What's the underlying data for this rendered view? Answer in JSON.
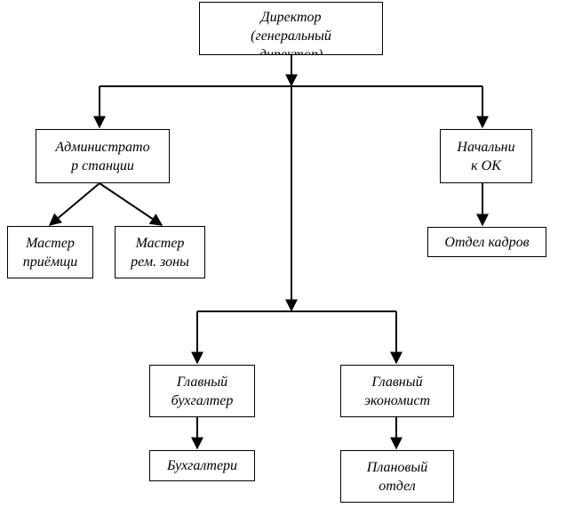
{
  "nodes": {
    "director": {
      "lines": [
        "Директор",
        "(генеральный",
        "директор)"
      ]
    },
    "station_admin": {
      "lines": [
        "Администрато",
        "р станции"
      ]
    },
    "hr_head": {
      "lines": [
        "Начальни",
        "к ОК"
      ]
    },
    "reception": {
      "lines": [
        "Мастер",
        "приёмщи"
      ]
    },
    "repair_zone": {
      "lines": [
        "Мастер",
        "рем. зоны"
      ]
    },
    "hr_dept": {
      "lines": [
        "Отдел кадров"
      ]
    },
    "chief_acc": {
      "lines": [
        "Главный",
        "бухгалтер"
      ]
    },
    "chief_econ": {
      "lines": [
        "Главный",
        "экономист"
      ]
    },
    "accountants": {
      "lines": [
        "Бухгалтери"
      ]
    },
    "planning": {
      "lines": [
        "Плановый",
        "отдел"
      ]
    }
  }
}
